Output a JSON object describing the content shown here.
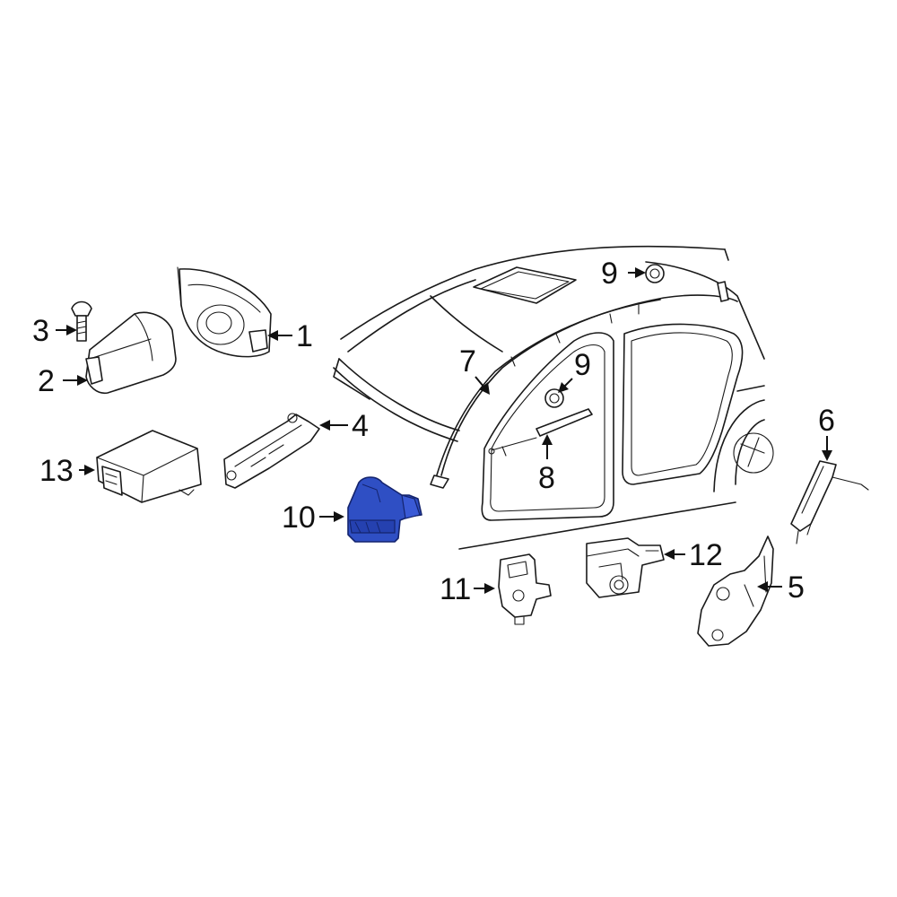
{
  "diagram": {
    "callouts": [
      {
        "id": "c1",
        "label": "1"
      },
      {
        "id": "c2",
        "label": "2"
      },
      {
        "id": "c3",
        "label": "3"
      },
      {
        "id": "c4",
        "label": "4"
      },
      {
        "id": "c5",
        "label": "5"
      },
      {
        "id": "c6",
        "label": "6"
      },
      {
        "id": "c7",
        "label": "7"
      },
      {
        "id": "c8",
        "label": "8"
      },
      {
        "id": "c9a",
        "label": "9"
      },
      {
        "id": "c9b",
        "label": "9"
      },
      {
        "id": "c10",
        "label": "10"
      },
      {
        "id": "c11",
        "label": "11"
      },
      {
        "id": "c12",
        "label": "12"
      },
      {
        "id": "c13",
        "label": "13"
      }
    ],
    "highlight_color": "#2f4fc4"
  }
}
